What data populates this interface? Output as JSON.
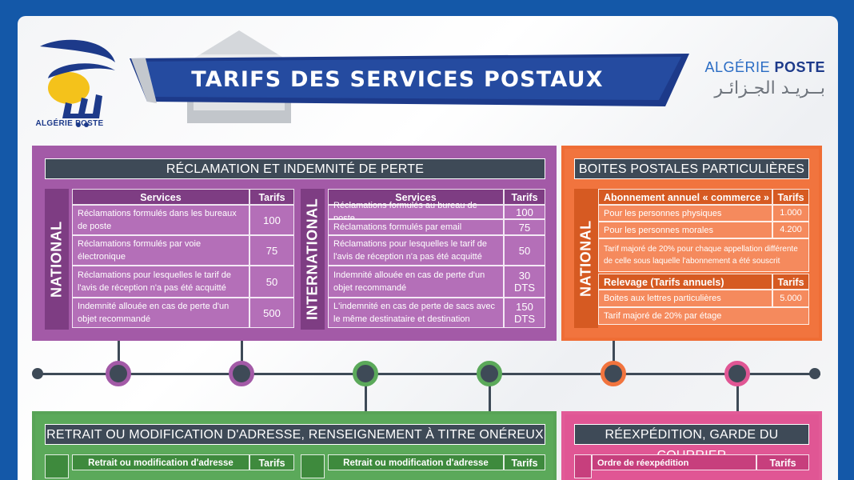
{
  "header": {
    "title": "TARIFS DES SERVICES POSTAUX",
    "brand_fr_a": "ALGÉRIE ",
    "brand_fr_b": "POSTE",
    "brand_ar": "بــريـد الجـزائـر",
    "logo_caption": "ALGÉRIE POSTE"
  },
  "reclamation": {
    "title": "RÉCLAMATION ET INDEMNITÉ DE PERTE",
    "national": {
      "side_label": "NATIONAL",
      "col_services": "Services",
      "col_tarifs": "Tarifs",
      "rows": [
        {
          "service": "Réclamations formulés dans les bureaux de poste",
          "tarif": "100"
        },
        {
          "service": "Réclamations formulés par voie électronique",
          "tarif": "75"
        },
        {
          "service": "Réclamations pour lesquelles le tarif de l'avis de réception n'a pas été acquitté",
          "tarif": "50"
        },
        {
          "service": "Indemnité allouée en cas de perte d'un objet recommandé",
          "tarif": "500"
        }
      ]
    },
    "international": {
      "side_label": "INTERNATIONAL",
      "col_services": "Services",
      "col_tarifs": "Tarifs",
      "rows": [
        {
          "service": "Réclamations formulés au bureau de poste",
          "tarif": "100"
        },
        {
          "service": "Réclamations formulés par email",
          "tarif": "75"
        },
        {
          "service": "Réclamations pour lesquelles le tarif de l'avis de réception n'a pas été acquitté",
          "tarif": "50"
        },
        {
          "service": "Indemnité allouée en cas de perte d'un objet recommandé",
          "tarif": "30 DTS"
        },
        {
          "service": "L'indemnité en cas de perte de sacs avec le même destinataire et destination",
          "tarif": "150 DTS"
        }
      ]
    }
  },
  "boites": {
    "title": "BOITES POSTALES PARTICULIÈRES",
    "side_label": "NATIONAL",
    "abonnement_header": "Abonnement annuel « commerce »",
    "col_tarifs": "Tarifs",
    "abonnement_rows": [
      {
        "label": "Pour les personnes physiques",
        "tarif": "1.000"
      },
      {
        "label": "Pour les personnes morales",
        "tarif": "4.200"
      }
    ],
    "abonnement_note": "Tarif majoré de 20% pour chaque appellation différente de celle sous laquelle l'abonnement a été souscrit",
    "relevage_header": "Relevage (Tarifs annuels)",
    "relevage_tarifs": "Tarifs",
    "relevage_rows": [
      {
        "label": "Boites aux lettres particulières",
        "tarif": "5.000"
      }
    ],
    "relevage_note": "Tarif majoré de 20% par étage"
  },
  "retrait": {
    "title": "RETRAIT OU MODIFICATION D'ADRESSE, RENSEIGNEMENT À TITRE ONÉREUX",
    "col_a": "Retrait ou modification d'adresse",
    "col_tarifs": "Tarifs",
    "col_b": "Retrait ou modification d'adresse",
    "col_tarifs_b": "Tarifs"
  },
  "reexpedition": {
    "title": "RÉEXPÉDITION, GARDE DU COURRIER",
    "col_a": "Ordre de réexpédition",
    "col_tarifs": "Tarifs"
  },
  "colors": {
    "purple": "#a35aa7",
    "orange": "#f1743e",
    "green": "#5ba95a",
    "pink": "#e05694",
    "dark": "#3e4a57",
    "brand_blue": "#1d3a8a"
  }
}
